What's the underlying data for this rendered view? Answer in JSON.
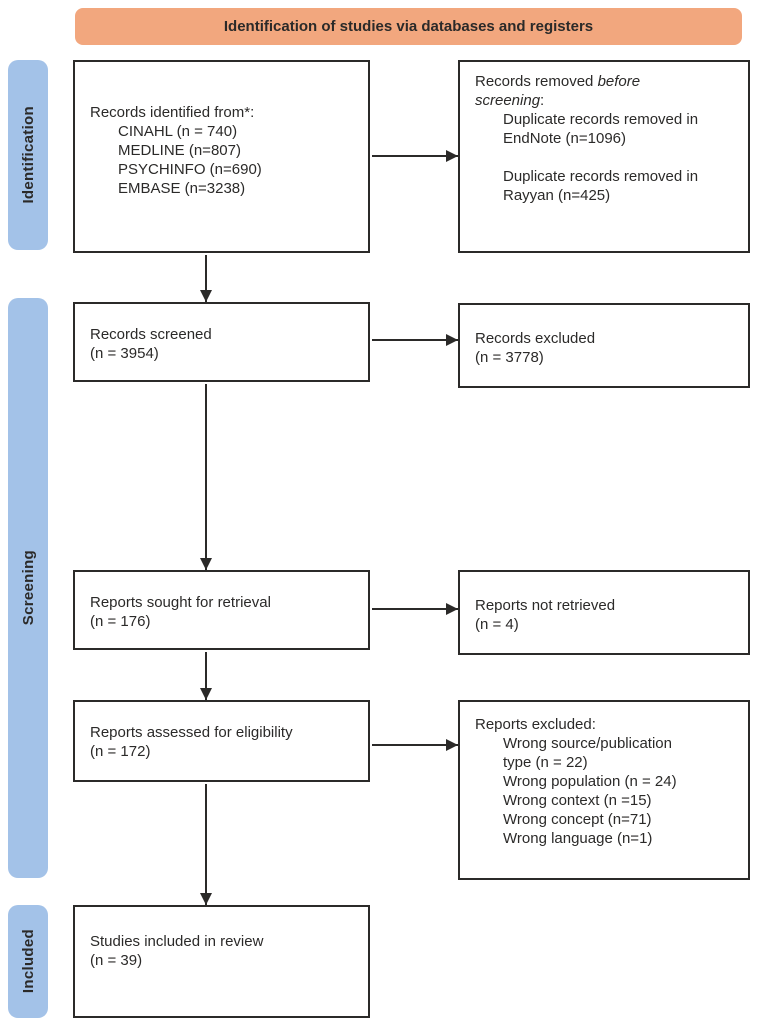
{
  "banner": {
    "title": "Identification of studies via databases and registers"
  },
  "colors": {
    "banner_bg": "#F2A77E",
    "stage_bg": "#A3C2E8",
    "box_border": "#2B2A29",
    "text": "#2B2A29"
  },
  "stages": {
    "identification": "Identification",
    "screening": "Screening",
    "included": "Included"
  },
  "boxes": {
    "records_identified": {
      "title": "Records identified from*:",
      "items": [
        "CINAHL (n = 740)",
        "MEDLINE (n=807)",
        "PSYCHINFO (n=690)",
        "EMBASE (n=3238)"
      ]
    },
    "records_removed": {
      "title_prefix": "Records removed ",
      "title_italic": "before screening",
      "title_suffix": ":",
      "items": [
        "Duplicate records removed in EndNote (n=1096)",
        "Duplicate records removed in Rayyan (n=425)"
      ]
    },
    "records_screened": {
      "line1": "Records screened",
      "line2": "(n = 3954)"
    },
    "records_excluded": {
      "line1": "Records excluded",
      "line2": "(n = 3778)"
    },
    "reports_sought": {
      "line1": "Reports sought for retrieval",
      "line2": "(n = 176)"
    },
    "reports_not_retrieved": {
      "line1": "Reports not retrieved",
      "line2": "(n = 4)"
    },
    "reports_assessed": {
      "line1": "Reports assessed for eligibility",
      "line2": "(n = 172)"
    },
    "reports_excluded": {
      "title": "Reports excluded:",
      "items": [
        "Wrong source/publication type (n = 22)",
        "Wrong population (n = 24)",
        "Wrong context (n =15)",
        "Wrong concept (n=71)",
        "Wrong language (n=1)"
      ]
    },
    "studies_included": {
      "line1": "Studies included in review",
      "line2": "(n = 39)"
    }
  }
}
